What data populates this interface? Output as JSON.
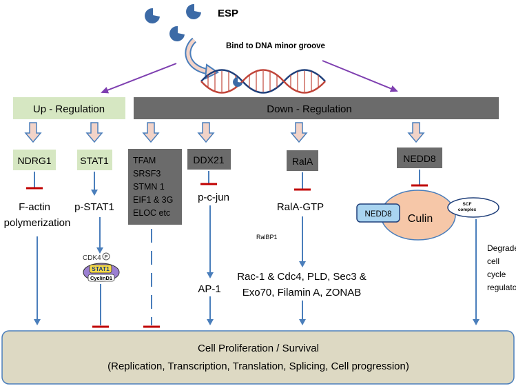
{
  "drug": {
    "label": "ESP",
    "bind_label": "Bind to DNA minor groove"
  },
  "up_regulation": {
    "header": "Up - Regulation",
    "targets": [
      {
        "label": "NDRG1",
        "effect": [
          "F-actin",
          "polymerization"
        ]
      },
      {
        "label": "STAT1",
        "effect": [
          "p-STAT1"
        ]
      }
    ],
    "complex": {
      "kinase": "CDK4",
      "phospho": "P",
      "core": "STAT1",
      "cyclin": "CyclinD1"
    }
  },
  "down_regulation": {
    "header": "Down - Regulation",
    "group_box": [
      "TFAM",
      "SRSF3",
      "STMN 1",
      "EIF1 & 3G",
      "ELOC etc"
    ],
    "ddx21": {
      "label": "DDX21",
      "effect": "p-c-jun",
      "downstream": "AP-1"
    },
    "rala": {
      "label": "RalA",
      "effect": "RalA-GTP",
      "mediator": "RalBP1",
      "downstream": [
        "Rac-1 & Cdc4, PLD, Sec3 &",
        "Exo70, Filamin A, ZONAB"
      ]
    },
    "nedd8": {
      "label": "NEDD8",
      "tag": "NEDD8",
      "culin": "Culin",
      "scf": [
        "SCF",
        "complex"
      ],
      "effect": [
        "Degrade",
        "cell",
        "cycle",
        "regulators"
      ]
    }
  },
  "outcome": {
    "title": "Cell Proliferation / Survival",
    "subtitle": "(Replication, Transcription, Translation, Splicing, Cell progression)"
  },
  "colors": {
    "up_fill": "#d6e7c2",
    "down_fill": "#6b6b6b",
    "arrow_blue": "#4a7ebb",
    "inhibit_red": "#c00000",
    "outcome_fill": "#ddd9c3",
    "culin_fill": "#f6c7a8",
    "nedd8_tag": "#a9d4f0",
    "purple": "#7e3fb0",
    "drug_blue": "#3c6aa6"
  }
}
